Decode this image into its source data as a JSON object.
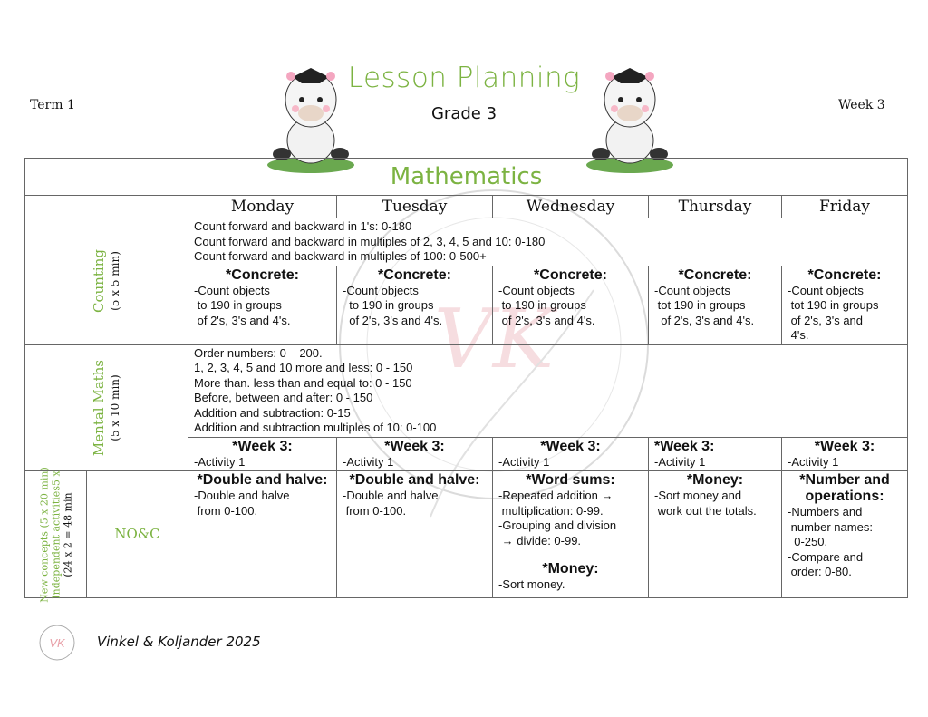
{
  "header": {
    "title": "Lesson Planning",
    "grade": "Grade 3",
    "term": "Term 1",
    "week": "Week 3"
  },
  "subject": "Mathematics",
  "days": [
    "Monday",
    "Tuesday",
    "Wednesday",
    "Thursday",
    "Friday"
  ],
  "counting": {
    "label": "Counting",
    "time": "(5 x 5 min)",
    "overview": [
      "Count forward and backward in 1's: 0-180",
      "Count forward and backward in multiples of 2, 3, 4, 5 and 10: 0-180",
      "Count forward and backward in multiples of 100: 0-500+"
    ],
    "cells": [
      {
        "heading": "*Concrete:",
        "lines": [
          "-Count objects",
          " to 190 in groups",
          " of 2's, 3's and 4's."
        ]
      },
      {
        "heading": "*Concrete:",
        "lines": [
          "-Count objects",
          "  to 190 in groups",
          "  of 2's, 3's and 4's."
        ]
      },
      {
        "heading": "*Concrete:",
        "lines": [
          "-Count objects",
          " to 190 in groups",
          " of 2's, 3's and 4's."
        ]
      },
      {
        "heading": "*Concrete:",
        "lines": [
          "-Count objects",
          " tot 190 in groups",
          "  of 2's, 3's and 4's."
        ]
      },
      {
        "heading": "*Concrete:",
        "lines": [
          "-Count objects",
          " tot 190 in groups",
          " of 2's, 3's and",
          " 4's."
        ]
      }
    ]
  },
  "mental": {
    "label": "Mental Maths",
    "time": "(5 x 10 min)",
    "overview": [
      "Order numbers: 0 – 200.",
      "1, 2, 3, 4, 5 and 10 more and less: 0 - 150",
      "More than. less than and equal to: 0 - 150",
      "Before, between and after: 0 - 150",
      "Addition and subtraction: 0-15",
      "Addition and subtraction multiples of 10: 0-100"
    ],
    "cells": [
      {
        "heading": "*Week 3:",
        "lines": [
          "-Activity 1"
        ]
      },
      {
        "heading": "*Week 3:",
        "lines": [
          "-Activity 1"
        ]
      },
      {
        "heading": "*Week 3:",
        "lines": [
          "-Activity 1"
        ]
      },
      {
        "heading": "*Week 3:",
        "lines": [
          "-Activity 1"
        ]
      },
      {
        "heading": "*Week 3:",
        "lines": [
          "-Activity 1"
        ]
      }
    ]
  },
  "noc": {
    "label_line1": "New concepts (5 x 20 min)",
    "label_line2": "Independent activities5 x",
    "label_line3": "(24 x 2 = 48 min",
    "area": "NO&C",
    "mon": {
      "heading": "*Double and halve:",
      "lines": [
        "-Double and halve",
        " from 0-100."
      ]
    },
    "tue": {
      "heading": "*Double and halve:",
      "lines": [
        "-Double and halve",
        " from 0-100."
      ]
    },
    "wed": {
      "heading": "*Word sums:",
      "lines": [
        "-Repeated addition →",
        " multiplication: 0-99.",
        "-Grouping and division",
        " → divide: 0-99."
      ],
      "heading2": "*Money:",
      "lines2": [
        "-Sort money."
      ]
    },
    "thu": {
      "heading": "*Money:",
      "lines": [
        "-Sort money and",
        " work out the totals."
      ]
    },
    "fri": {
      "heading": "*Number and operations:",
      "lines": [
        "-Numbers and",
        " number names:",
        "  0-250.",
        "-Compare and",
        " order: 0-80."
      ]
    }
  },
  "footer": {
    "text": "Vinkel & Koljander 2025"
  },
  "colors": {
    "accent": "#7cb342",
    "border": "#666666"
  }
}
